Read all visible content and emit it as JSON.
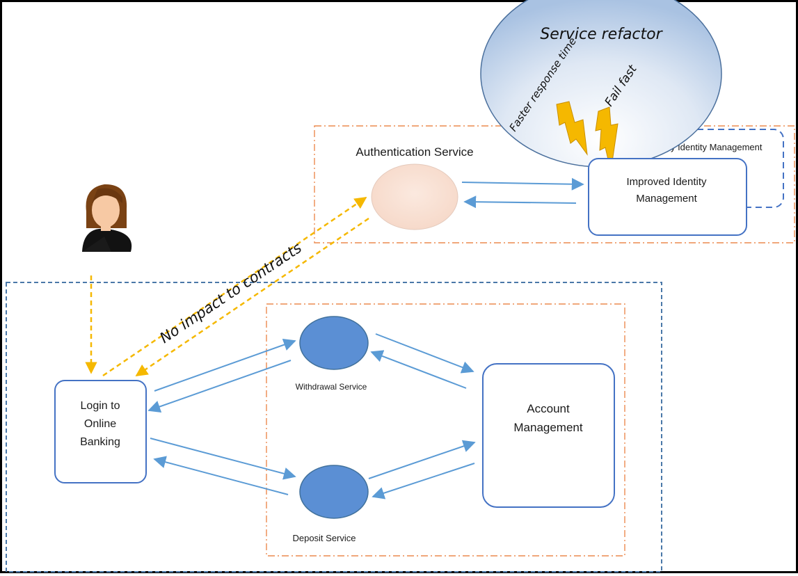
{
  "title_bubble": "Service refactor",
  "notes": {
    "faster": "Faster response time",
    "fail": "Fail fast",
    "contracts": "No impact to contracts"
  },
  "services": {
    "authentication": "Authentication Service",
    "legacy_identity": "Legacy Identity Management",
    "improved_identity_line1": "Improved Identity",
    "improved_identity_line2": "Management",
    "withdrawal": "Withdrawal Service",
    "deposit": "Deposit Service",
    "login_line1": "Login to",
    "login_line2": "Online",
    "login_line3": "Banking",
    "account_line1": "Account",
    "account_line2": "Management"
  },
  "colors": {
    "blue_line": "#5b9bd5",
    "service_fill": "#5b8fd4",
    "box_stroke": "#4472c4",
    "orange_dash": "#ec8a4f",
    "yellow": "#f5b800",
    "bubble_fill": "#b8cfe8",
    "auth_fill": "#fae3d6"
  }
}
